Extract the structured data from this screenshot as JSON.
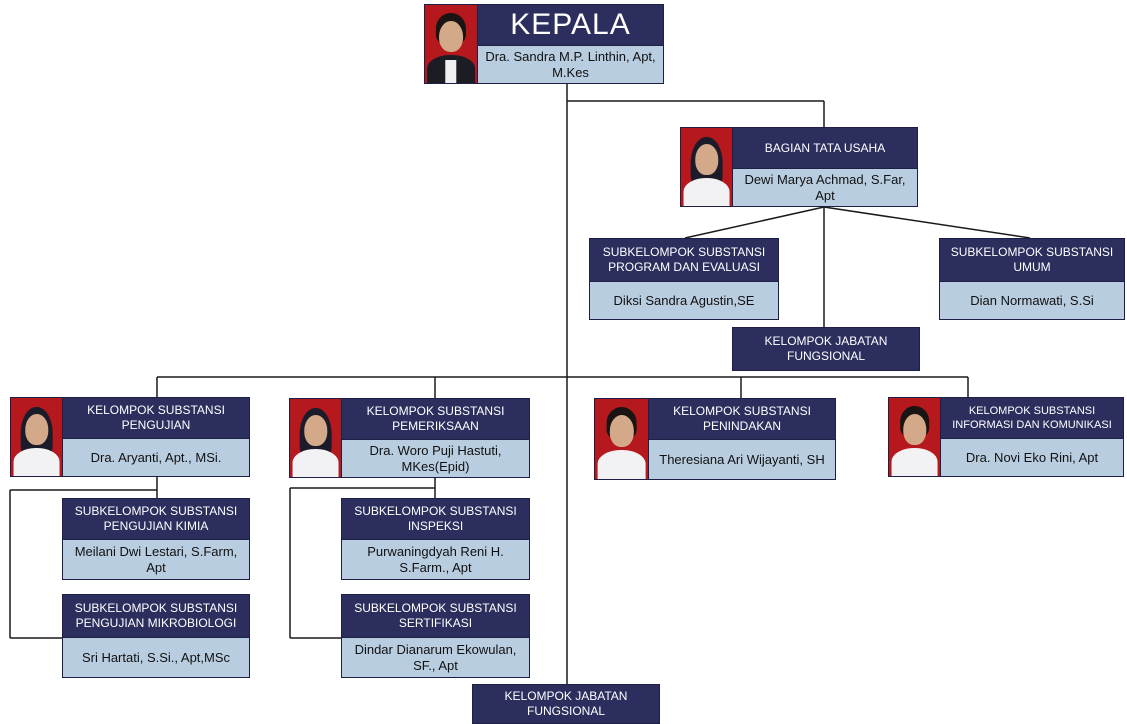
{
  "kepala": {
    "title": "KEPALA",
    "name": "Dra. Sandra M.P. Linthin, Apt, M.Kes"
  },
  "tata_usaha": {
    "title": "BAGIAN TATA USAHA",
    "name": "Dewi Marya Achmad, S.Far, Apt"
  },
  "sub_program": {
    "title": "SUBKELOMPOK SUBSTANSI PROGRAM DAN EVALUASI",
    "name": "Diksi Sandra Agustin,SE"
  },
  "sub_umum": {
    "title": "SUBKELOMPOK SUBSTANSI UMUM",
    "name": "Dian Normawati, S.Si"
  },
  "fungsional_top": {
    "title": "KELOMPOK JABATAN FUNGSIONAL"
  },
  "pengujian": {
    "title": "KELOMPOK SUBSTANSI PENGUJIAN",
    "name": "Dra. Aryanti, Apt., MSi."
  },
  "pemeriksaan": {
    "title": "KELOMPOK SUBSTANSI PEMERIKSAAN",
    "name": "Dra. Woro Puji Hastuti, MKes(Epid)"
  },
  "penindakan": {
    "title": "KELOMPOK SUBSTANSI PENINDAKAN",
    "name": "Theresiana Ari Wijayanti, SH"
  },
  "infokom": {
    "title": "KELOMPOK SUBSTANSI INFORMASI DAN KOMUNIKASI",
    "name": "Dra. Novi Eko Rini,  Apt"
  },
  "sub_kimia": {
    "title": "SUBKELOMPOK SUBSTANSI PENGUJIAN KIMIA",
    "name": "Meilani Dwi Lestari, S.Farm, Apt"
  },
  "sub_mikro": {
    "title": "SUBKELOMPOK SUBSTANSI PENGUJIAN MIKROBIOLOGI",
    "name": "Sri Hartati, S.Si., Apt,MSc"
  },
  "sub_inspeksi": {
    "title": "SUBKELOMPOK SUBSTANSI INSPEKSI",
    "name": "Purwaningdyah Reni H. S.Farm., Apt"
  },
  "sub_sertifikasi": {
    "title": "SUBKELOMPOK SUBSTANSI SERTIFIKASI",
    "name": "Dindar Dianarum Ekowulan, SF., Apt"
  },
  "fungsional_bottom": {
    "title": "KELOMPOK JABATAN FUNGSIONAL"
  }
}
